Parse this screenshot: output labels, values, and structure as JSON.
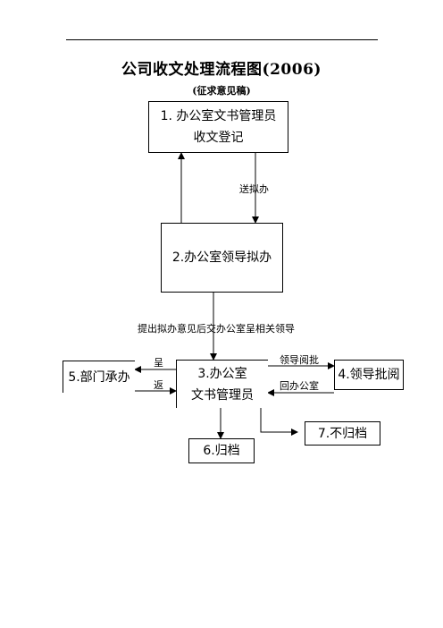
{
  "doc": {
    "title": "公司收文处理流程图(2006)",
    "subtitle": "(征求意见稿)"
  },
  "nodes": {
    "n1": {
      "line1": "1. 办公室文书管理员",
      "line2": "收文登记"
    },
    "n2": {
      "line1": "2.办公室领导拟办"
    },
    "n3": {
      "line1": "3.办公室",
      "line2": "文书管理员"
    },
    "n4": {
      "line1": "4.领导批阅"
    },
    "n5": {
      "line1": "5.部门承办"
    },
    "n6": {
      "line1": "6.归档"
    },
    "n7": {
      "line1": "7.不归档"
    }
  },
  "edges": {
    "send_draft": "送拟办",
    "opinion_to_office": "提出拟办意见后交办公室呈相关领导",
    "submit": "呈",
    "return": "返",
    "leader_review": "领导阅批",
    "back_to_office": "回办公室"
  }
}
